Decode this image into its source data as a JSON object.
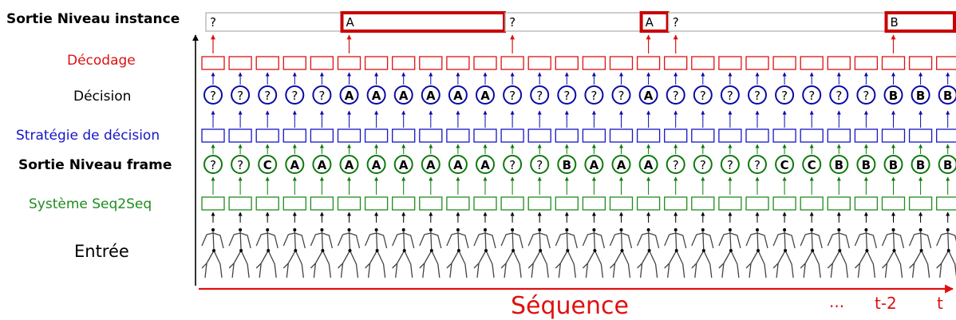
{
  "row_labels": {
    "instance_output": "Sortie Niveau instance",
    "decoding": "Décodage",
    "decision": "Décision",
    "decision_strategy": "Stratégie de décision",
    "frame_output": "Sortie Niveau frame",
    "seq2seq_system": "Système Seq2Seq",
    "input": "Entrée"
  },
  "time_axis": {
    "label": "Séquence",
    "ellipsis": "...",
    "t_minus_2": "t-2",
    "t": "t"
  },
  "instance_segments": [
    {
      "label": "?",
      "span": [
        0,
        4
      ],
      "highlight": false
    },
    {
      "label": "A",
      "span": [
        5,
        10
      ],
      "highlight": true
    },
    {
      "label": "?",
      "span": [
        11,
        15
      ],
      "highlight": false
    },
    {
      "label": "A",
      "span": [
        16,
        16
      ],
      "highlight": true
    },
    {
      "label": "?",
      "span": [
        17,
        24
      ],
      "highlight": false
    },
    {
      "label": "B",
      "span": [
        25,
        27
      ],
      "highlight": true
    }
  ],
  "decisions": [
    "?",
    "?",
    "?",
    "?",
    "?",
    "A",
    "A",
    "A",
    "A",
    "A",
    "A",
    "?",
    "?",
    "?",
    "?",
    "?",
    "A",
    "?",
    "?",
    "?",
    "?",
    "?",
    "?",
    "?",
    "?",
    "B",
    "B",
    "B"
  ],
  "frame_outputs": [
    "?",
    "?",
    "C",
    "A",
    "A",
    "A",
    "A",
    "A",
    "A",
    "A",
    "A",
    "?",
    "?",
    "B",
    "A",
    "A",
    "A",
    "?",
    "?",
    "?",
    "?",
    "C",
    "C",
    "B",
    "B",
    "B",
    "B",
    "B"
  ],
  "colors": {
    "decoding": "#dd1111",
    "decision": "#0a0aa8",
    "strategy": "#1515c8",
    "frame": "#0c7a0c",
    "seq2seq": "#1e8c1e",
    "highlight": "#c80000",
    "neutral_box": "#b8b8b8",
    "input_arrow": "#000000",
    "axis": "#e01010"
  }
}
